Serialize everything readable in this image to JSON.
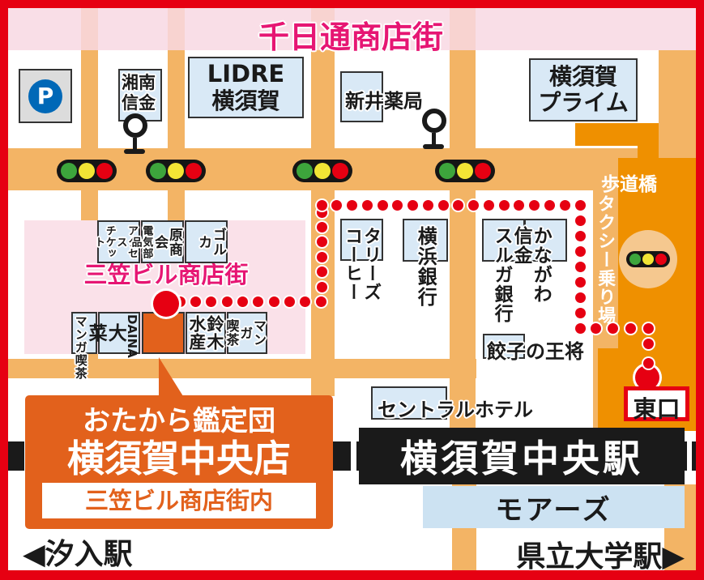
{
  "header": {
    "street_name": "千日通商店街"
  },
  "buildings": {
    "parking_label": "P",
    "shonan_line1": "湘南",
    "shonan_line2": "信金",
    "lidre_line1": "LIDRE",
    "lidre_line2": "横須賀",
    "arai": "新井薬局",
    "prime_line1": "横須賀",
    "prime_line2": "プライム",
    "hodokyo": "歩道橋",
    "taxi": "タクシー乗り場",
    "tullys_col1": "タリーズ",
    "tullys_col2": "コーヒー",
    "yokohama_bank": "横浜銀行",
    "suruga_bank": "スルガ銀行",
    "kanagawa_col1": "かながわ",
    "kanagawa_col2": "信金",
    "gyoza": "餃子の王将",
    "central_hotel": "セントラルホテル",
    "moers": "モアーズ",
    "higashi_exit": "東口"
  },
  "mikasa": {
    "area_label": "三笠ビル商店街",
    "shops_top": [
      {
        "col1": "アクセス",
        "col2": "チケット"
      },
      {
        "col1": "原商会",
        "col2": "電気部品"
      },
      {
        "col1": "ゴルカ",
        "col2": ""
      }
    ],
    "shops_bottom": [
      {
        "col1": "マンガ喫茶",
        "col2": ""
      },
      {
        "col1": "DAINA",
        "col2": "大菜"
      },
      {
        "col1": "鈴木",
        "col2": "水産"
      },
      {
        "col1": "マンガ",
        "col2": "喫茶"
      }
    ]
  },
  "station": {
    "name": "横須賀中央駅",
    "left_station": "◀汐入駅",
    "right_station": "県立大学駅▶"
  },
  "callout": {
    "line1": "おたから鑑定団",
    "line2": "横須賀中央店",
    "line3": "三笠ビル商店街内"
  },
  "colors": {
    "road": "#f3b465",
    "road_dark": "#ef9000",
    "pink_area": "#fae1e9",
    "deep_pink": "#e61673",
    "store_orange": "#e2611c",
    "building_blue": "#d9e9f6",
    "rail_black": "#1a1a1a",
    "route_red": "#e60012",
    "signal_green": "#3da53c",
    "signal_yellow": "#f2e435",
    "parking_blue": "#0068b7"
  }
}
